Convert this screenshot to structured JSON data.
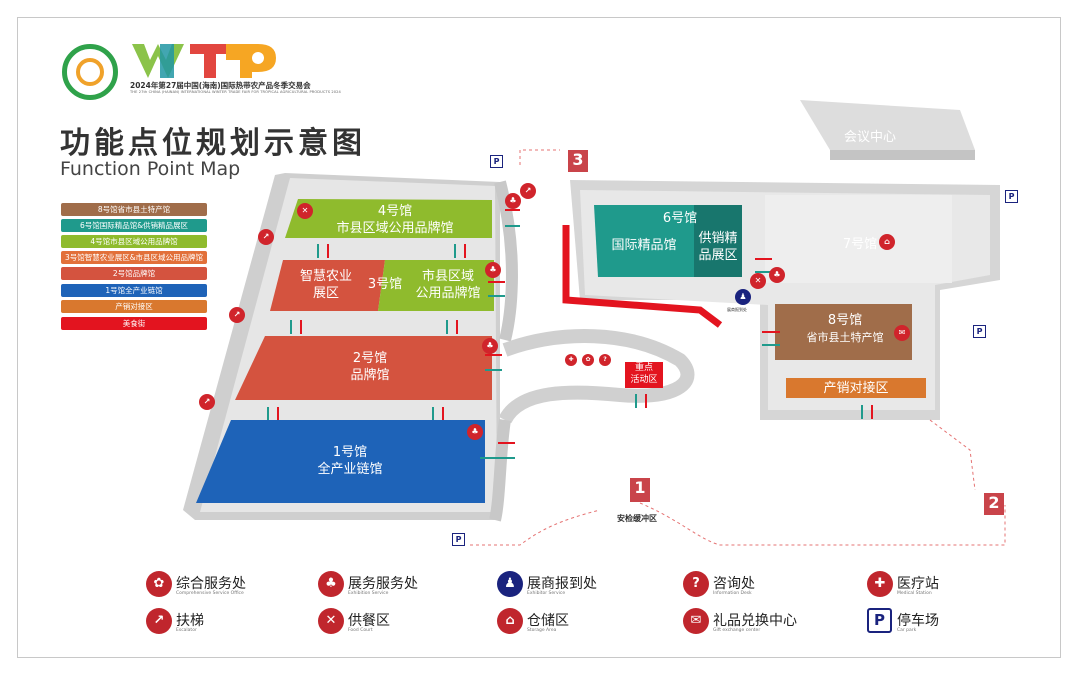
{
  "header": {
    "event_line": "2024年第27届中国(海南)国际热带农产品冬季交易会",
    "event_line_en": "THE 27th CHINA (HAINAN) INTERNATIONAL WINTER TRADE FAIR FOR TROPICAL AGRICULTURAL PRODUCTS 2024",
    "logo_text": "WTP",
    "title_cn": "功能点位规划示意图",
    "title_en": "Function Point Map"
  },
  "colors": {
    "hall1": "#1e63b8",
    "hall2": "#d4533f",
    "hall3_left": "#d4533f",
    "hall3_right": "#8fbb2d",
    "hall4": "#8fbb2d",
    "hall6": "#1f9a8c",
    "hall6_dark": "#18766d",
    "hall7": "#e1e1e1",
    "hall8": "#a06d4a",
    "trade": "#d9782e",
    "food": "#e3141f"
  },
  "legend": [
    {
      "label": "8号馆省市县土特产馆",
      "color": "#a06d4a"
    },
    {
      "label": "6号馆国际精品馆&供销精品展区",
      "color": "#1f9a8c"
    },
    {
      "label": "4号馆市县区域公用品牌馆",
      "color": "#8fbb2d"
    },
    {
      "label": "3号馆智慧农业展区&市县区域公用品牌馆",
      "color": "#e2703a"
    },
    {
      "label": "2号馆品牌馆",
      "color": "#d4533f"
    },
    {
      "label": "1号馆全产业链馆",
      "color": "#1e63b8"
    },
    {
      "label": "产销对接区",
      "color": "#d9782e"
    },
    {
      "label": "美食街",
      "color": "#e3141f"
    }
  ],
  "halls": {
    "h4": {
      "name": "4号馆",
      "desc": "市县区域公用品牌馆"
    },
    "h3": {
      "left": "智慧农业\n展区",
      "mid": "3号馆",
      "right": "市县区域\n公用品牌馆"
    },
    "h2": {
      "name": "2号馆",
      "desc": "品牌馆"
    },
    "h1": {
      "name": "1号馆",
      "desc": "全产业链馆"
    },
    "h6": {
      "name": "6号馆",
      "left": "国际精品馆",
      "right": "供销精\n品展区"
    },
    "h7": {
      "name": "7号馆"
    },
    "h8": {
      "name": "8号馆",
      "desc": "省市县土特产馆"
    },
    "trade": {
      "name": "产销对接区"
    },
    "conf": {
      "name": "会议中心"
    },
    "activity": {
      "name": "重点\n活动区"
    },
    "food": {
      "name": "美食街"
    }
  },
  "gates": {
    "g1": {
      "num": "1",
      "sub": "安检缓冲区"
    },
    "g2": {
      "num": "2"
    },
    "g3": {
      "num": "3"
    }
  },
  "services": [
    {
      "cn": "综合服务处",
      "en": "Comprehensive Service Office",
      "icon": "service-icon",
      "glyph": "✿",
      "color": "#c0262d"
    },
    {
      "cn": "展务服务处",
      "en": "Exhibition Service",
      "icon": "exhibition-service-icon",
      "glyph": "♣",
      "color": "#c0262d"
    },
    {
      "cn": "展商报到处",
      "en": "Exhibitor Service",
      "icon": "exhibitor-checkin-icon",
      "glyph": "♟",
      "color": "#1a237e"
    },
    {
      "cn": "咨询处",
      "en": "Information Desk",
      "icon": "information-icon",
      "glyph": "?",
      "color": "#c0262d"
    },
    {
      "cn": "医疗站",
      "en": "Medical Station",
      "icon": "medical-icon",
      "glyph": "✚",
      "color": "#c0262d"
    },
    {
      "cn": "扶梯",
      "en": "Escalator",
      "icon": "escalator-icon",
      "glyph": "↗",
      "color": "#c0262d"
    },
    {
      "cn": "供餐区",
      "en": "Food Court",
      "icon": "food-court-icon",
      "glyph": "✕",
      "color": "#c0262d"
    },
    {
      "cn": "仓储区",
      "en": "Storage Area",
      "icon": "storage-icon",
      "glyph": "⌂",
      "color": "#c0262d"
    },
    {
      "cn": "礼品兑换中心",
      "en": "Gift exchange center",
      "icon": "gift-icon",
      "glyph": "✉",
      "color": "#c0262d"
    },
    {
      "cn": "停车场",
      "en": "Car park",
      "icon": "parking-icon",
      "glyph": "P",
      "color": "#1a237e"
    }
  ],
  "parking_label": "P",
  "checkin_label": "展商报到处"
}
